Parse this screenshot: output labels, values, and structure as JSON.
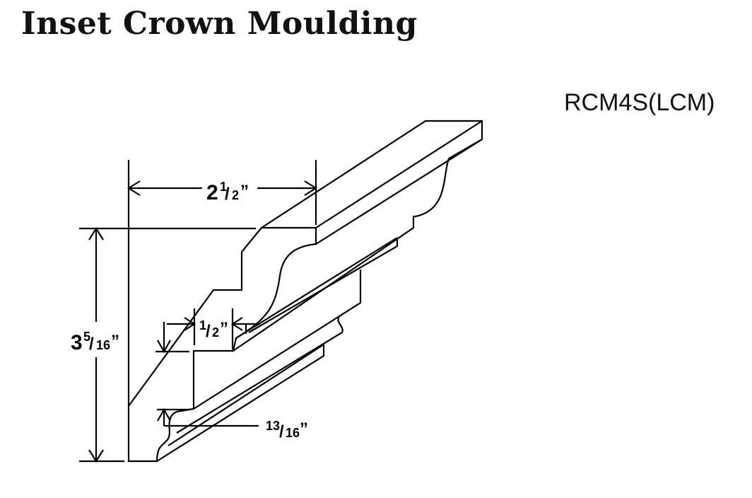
{
  "title": "Inset Crown Moulding",
  "model_code": "RCM4S(LCM)",
  "dimensions": {
    "width": {
      "whole": "2",
      "num": "1",
      "den": "2",
      "unit": "”"
    },
    "height": {
      "whole": "3",
      "num": "5",
      "den": "16",
      "unit": "”"
    },
    "step": {
      "whole": "",
      "num": "1",
      "den": "2",
      "unit": "”"
    },
    "bottom": {
      "whole": "",
      "num": "13",
      "den": "16",
      "unit": "”"
    }
  },
  "colors": {
    "line": "#000000",
    "background": "#ffffff"
  }
}
